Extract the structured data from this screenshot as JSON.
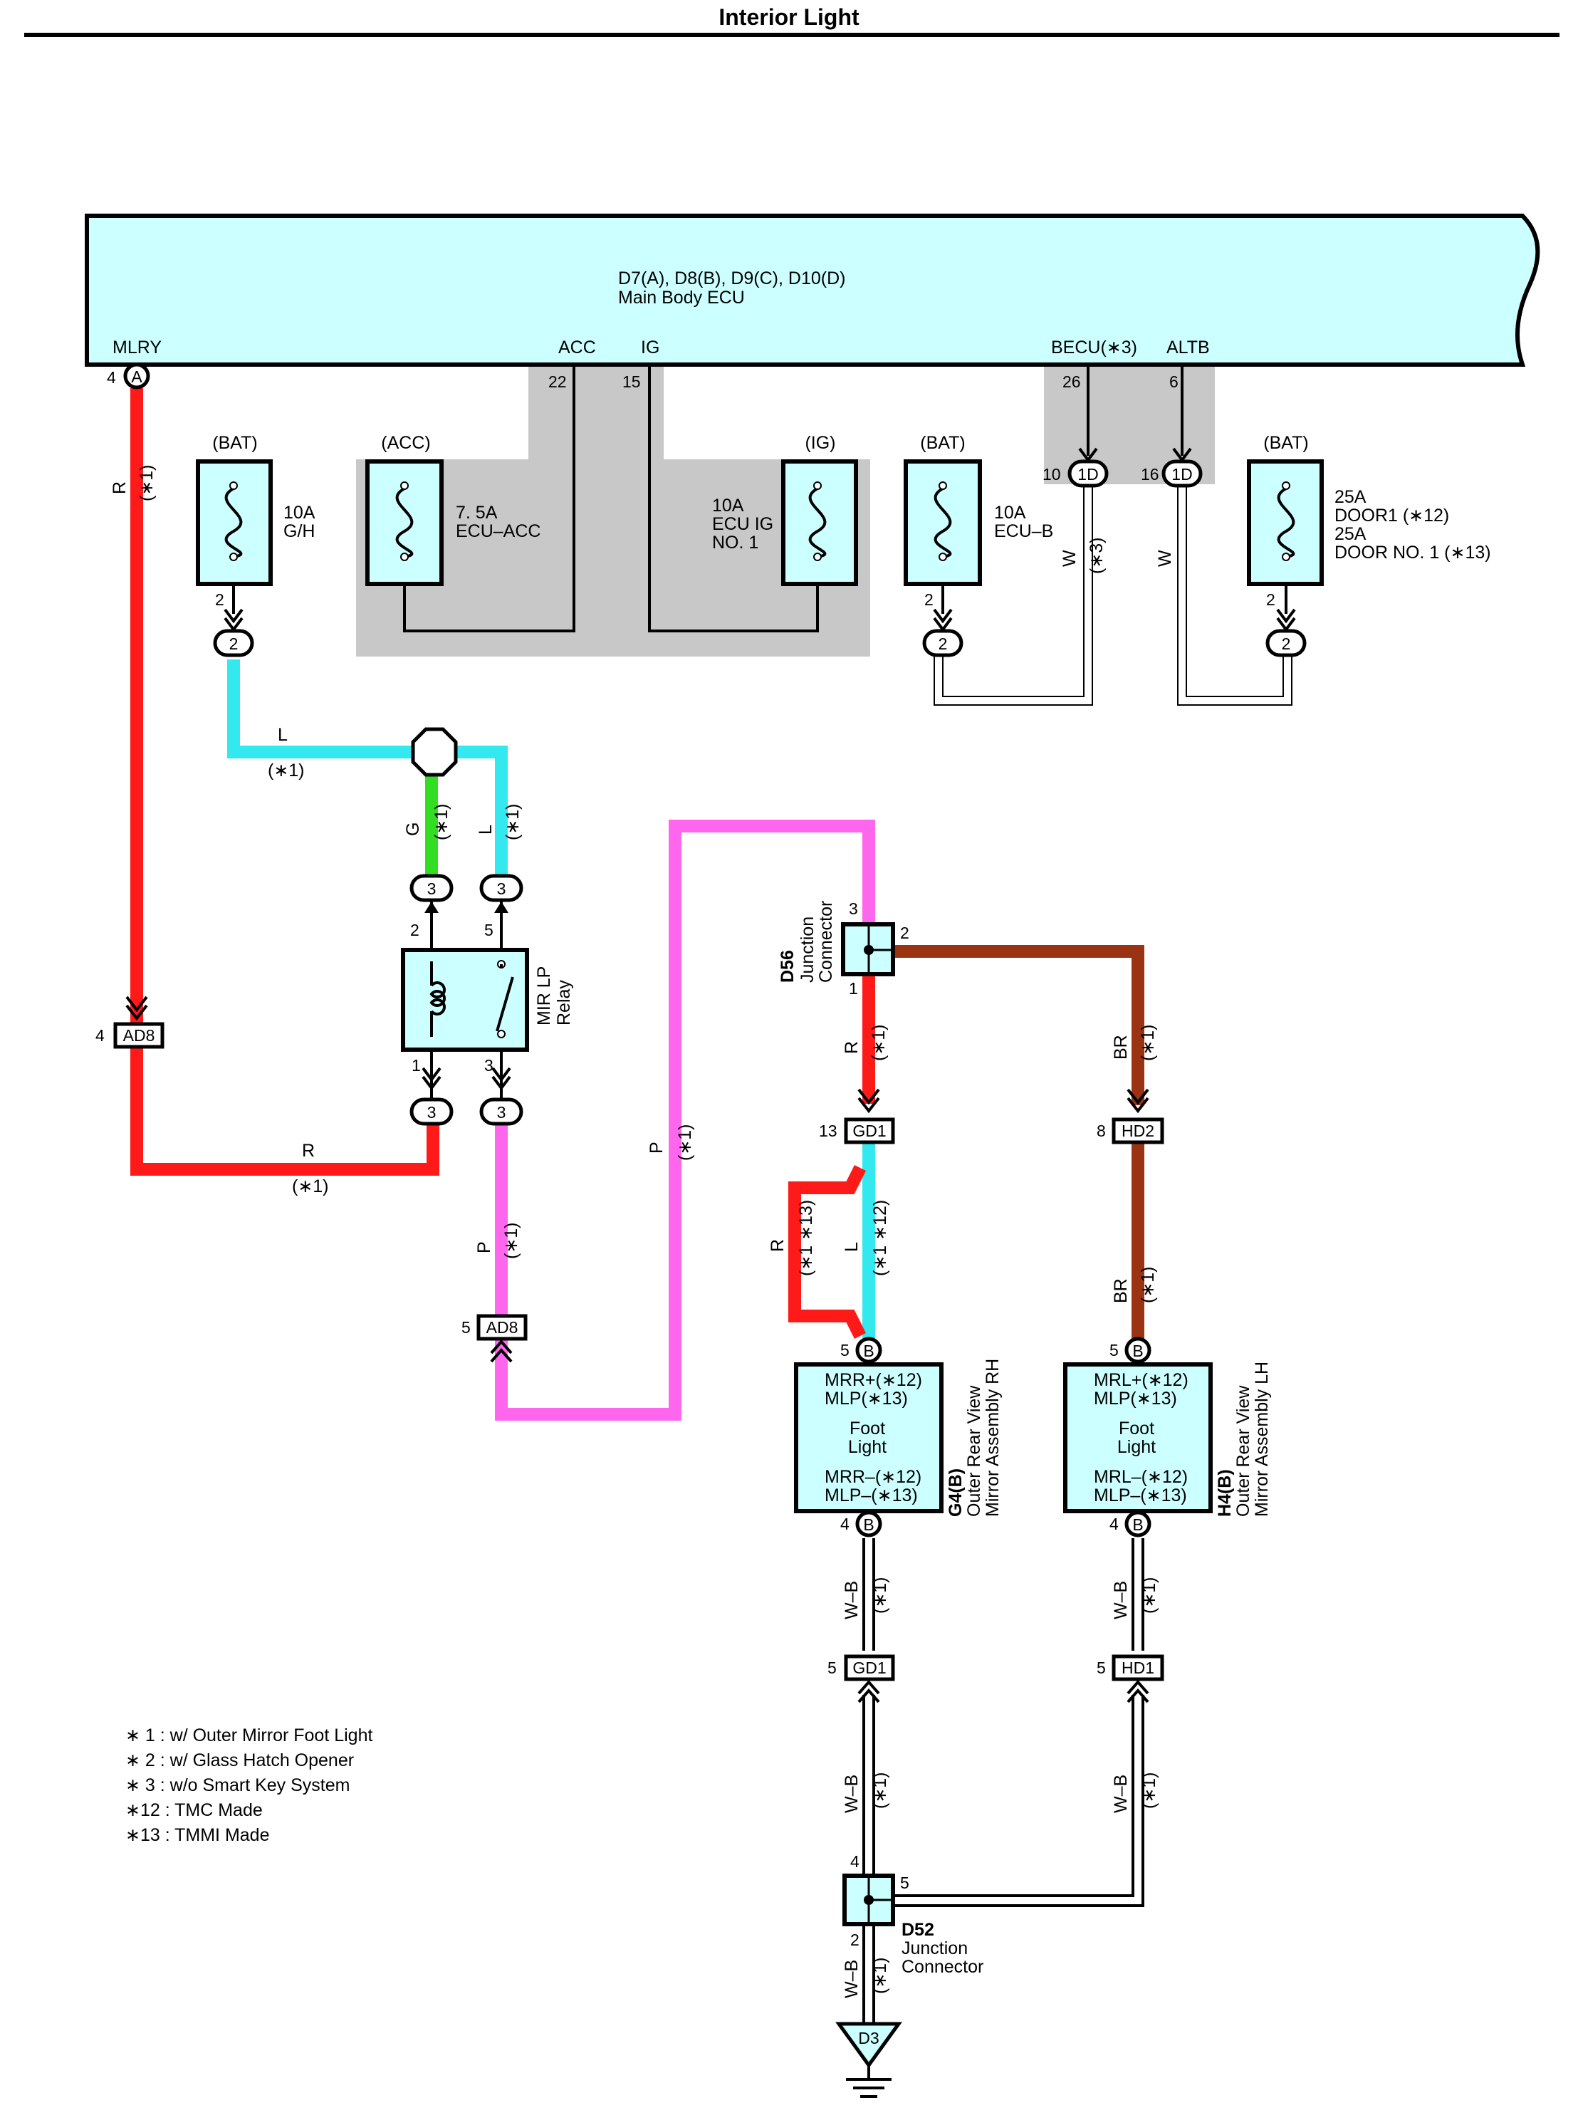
{
  "title": "Interior Light",
  "ecu": {
    "name_line1": "D7(A), D8(B), D9(C), D10(D)",
    "name_line2": "Main Body ECU",
    "pin_labels": {
      "mlry": "MLRY",
      "acc": "ACC",
      "ig": "IG",
      "becu": "BECU(∗3)",
      "altb": "ALTB"
    },
    "pin_numbers": {
      "mlry": "4",
      "acc": "22",
      "ig": "15",
      "becu": "26",
      "altb": "6"
    },
    "mlry_connector": "A"
  },
  "fuses": [
    {
      "source": "(BAT)",
      "rating": [
        "10A",
        "G/H"
      ]
    },
    {
      "source": "(ACC)",
      "rating": [
        "7. 5A",
        "ECU–ACC"
      ]
    },
    {
      "source": "(IG)",
      "rating": [
        "10A",
        "ECU IG",
        "NO. 1"
      ]
    },
    {
      "source": "(BAT)",
      "rating": [
        "10A",
        "ECU–B"
      ]
    },
    {
      "source": "(BAT)",
      "rating": [
        "25A",
        "DOOR1 (∗12)",
        "25A",
        "DOOR NO. 1 (∗13)"
      ]
    }
  ],
  "connectors": {
    "d1": "1D",
    "d1_pin_left": "10",
    "d1_pin_right": "16",
    "fuse_pin": "2",
    "ad8": "AD8",
    "ad8_pin_top": "4",
    "ad8_pin_bottom": "5",
    "gd1": "GD1",
    "gd1_pin_top": "13",
    "gd1_pin_bottom": "5",
    "hd2": "HD2",
    "hd2_pin": "8",
    "hd1": "HD1",
    "hd1_pin": "5",
    "relay_plug": "3",
    "b": "B",
    "b_pin_top": "5",
    "b_pin_bottom": "4"
  },
  "relay": {
    "name": [
      "MIR LP",
      "Relay"
    ],
    "pins": [
      "2",
      "5",
      "1",
      "3"
    ]
  },
  "d56": {
    "code": "D56",
    "name": [
      "Junction",
      "Connector"
    ],
    "pins": [
      "3",
      "2",
      "1"
    ]
  },
  "d52": {
    "code": "D52",
    "name": [
      "Junction",
      "Connector"
    ],
    "pins": [
      "4",
      "5",
      "2"
    ]
  },
  "ground": "D3",
  "mirror_rh": {
    "lines": [
      "MRR+(∗12)",
      "MLP(∗13)",
      "Foot",
      "Light",
      "MRR–(∗12)",
      "MLP–(∗13)"
    ],
    "code": "G4(B)",
    "name": [
      "Outer Rear View",
      "Mirror Assembly RH"
    ]
  },
  "mirror_lh": {
    "lines": [
      "MRL+(∗12)",
      "MLP(∗13)",
      "Foot",
      "Light",
      "MRL–(∗12)",
      "MLP–(∗13)"
    ],
    "code": "H4(B)",
    "name": [
      "Outer Rear View",
      "Mirror Assembly LH"
    ]
  },
  "wires": {
    "r": "R",
    "l": "L",
    "g": "G",
    "p": "P",
    "br": "BR",
    "w": "W",
    "wb": "W–B",
    "n1": "(∗1)",
    "n3": "(∗3)",
    "n12": "(∗1 ∗12)",
    "n13": "(∗1 ∗13)"
  },
  "notes": [
    "∗ 1 : w/ Outer Mirror Foot Light",
    "∗ 2 : w/ Glass Hatch Opener",
    "∗ 3 : w/o Smart Key System",
    "∗12 : TMC Made",
    "∗13 : TMMI Made"
  ],
  "colors": {
    "red": "#ff1a1a",
    "cyan": "#33e8ee",
    "green": "#33dd22",
    "pink": "#ff66ee",
    "brown": "#993311",
    "component_fill": "#ccffff",
    "shade": "#c8c8c8"
  }
}
